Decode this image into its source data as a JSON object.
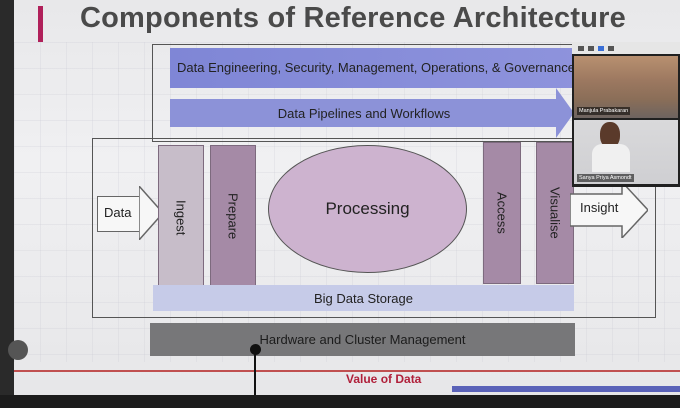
{
  "slide": {
    "title": "Components of Reference Architecture",
    "governance": "Data Engineering, Security, Management, Operations, & Governance",
    "pipelines": "Data Pipelines and Workflows",
    "data_input": "Data",
    "ingest": "Ingest",
    "prepare": "Prepare",
    "processing": "Processing",
    "access": "Access",
    "visualise": "Visualise",
    "insight": "Insight",
    "storage": "Big Data Storage",
    "hardware": "Hardware and Cluster Management",
    "footer": "Value of Data"
  },
  "video_panel": {
    "participants": [
      {
        "name": "Manjula Prabakaran"
      },
      {
        "name": "Sanya Priya Asmondt"
      }
    ]
  },
  "colors": {
    "accent": "#b0205a",
    "band_blue": "#8c92d8",
    "stage_purple": "#a58aa6",
    "processing": "#cdb3cf",
    "storage": "#c6cbe8",
    "hardware": "#777779"
  }
}
